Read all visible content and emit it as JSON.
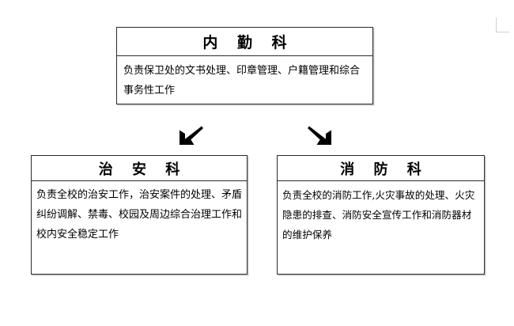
{
  "diagram": {
    "type": "organizational-chart",
    "orientation": "top-down",
    "background_color": "#ffffff",
    "border_color": "#2b2b2b",
    "shadow_color": "#c9c9c9",
    "text_color": "#000000",
    "corner_mark_color": "#d0d0d0"
  },
  "nodes": {
    "top": {
      "title": "内 勤 科",
      "description": "负责保卫处的文书处理、印章管理、户籍管理和综合事务性工作"
    },
    "left": {
      "title": "治 安 科",
      "description": "负责全校的治安工作，治安案件的处理、矛盾纠纷调解、禁毒、校园及周边综合治理工作和校内安全稳定工作"
    },
    "right": {
      "title": "消 防 科",
      "description": "负责全校的消防工作,火灾事故的处理、火灾隐患的排查、消防安全宣传工作和消防器材的维护保养"
    }
  },
  "connectors": [
    {
      "name": "arrow-to-left-node",
      "icon": "arrow-down-left-icon",
      "from": "top",
      "to": "left",
      "direction": "down-left",
      "color": "#000000"
    },
    {
      "name": "arrow-to-right-node",
      "icon": "arrow-down-right-icon",
      "from": "top",
      "to": "right",
      "direction": "down-right",
      "color": "#000000"
    }
  ],
  "marks": {
    "corner": {
      "icon": "corner-crop-mark-icon",
      "position": "top-right"
    }
  }
}
